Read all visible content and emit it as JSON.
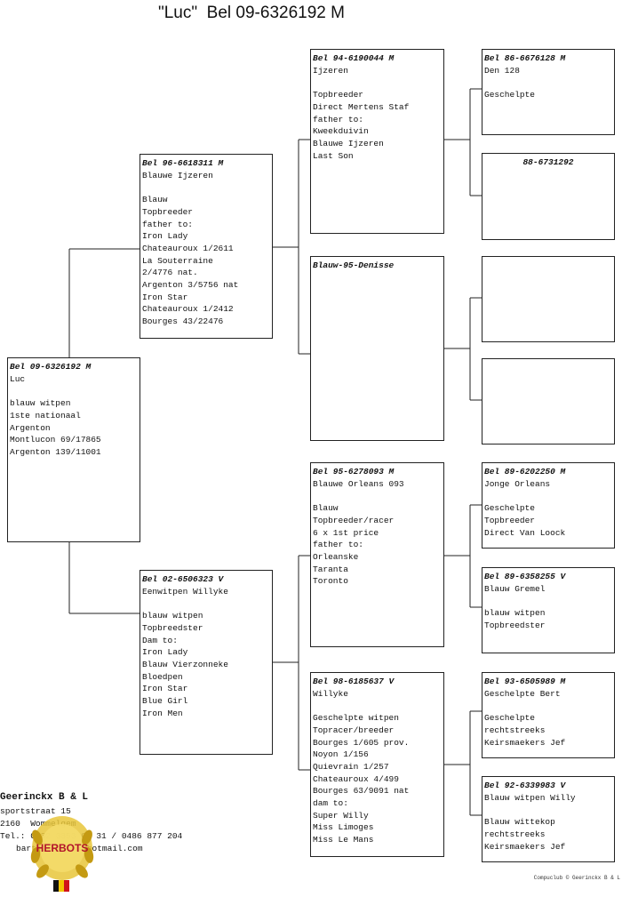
{
  "title": "\"Luc\"  Bel 09-6326192 M",
  "subject": {
    "header": "Bel 09-6326192 M",
    "lines": [
      "Luc",
      "",
      "blauw witpen",
      "1ste nationaal",
      "Argenton",
      "Montlucon 69/17865",
      "Argenton 139/11001"
    ]
  },
  "father": {
    "header": "Bel 96-6618311 M",
    "lines": [
      "Blauwe Ijzeren",
      "",
      "Blauw",
      "Topbreeder",
      "father to:",
      "Iron Lady",
      "Chateauroux 1/2611",
      "La Souterraine",
      "2/4776 nat.",
      "Argenton 3/5756 nat",
      "Iron Star",
      "Chateauroux 1/2412",
      "Bourges 43/22476"
    ]
  },
  "mother": {
    "header": "Bel 02-6506323 V",
    "lines": [
      "Eenwitpen Willyke",
      "",
      "blauw witpen",
      "Topbreedster",
      "Dam to:",
      "Iron Lady",
      "Blauw Vierzonneke",
      "Bloedpen",
      "Iron Star",
      "Blue Girl",
      "Iron Men"
    ]
  },
  "ff": {
    "header": "Bel 94-6190044 M",
    "lines": [
      "Ijzeren",
      "",
      "Topbreeder",
      "Direct Mertens Staf",
      "father to:",
      "Kweekduivin",
      "Blauwe Ijzeren",
      "Last Son"
    ]
  },
  "fm": {
    "header": "Blauw-95-Denisse",
    "lines": []
  },
  "mf": {
    "header": "Bel 95-6278093 M",
    "lines": [
      "Blauwe Orleans 093",
      "",
      "Blauw",
      "Topbreeder/racer",
      "6 x 1st price",
      "father to:",
      "Orleanske",
      "Taranta",
      "Toronto"
    ]
  },
  "mm": {
    "header": "Bel 98-6185637 V",
    "lines": [
      "Willyke",
      "",
      "Geschelpte witpen",
      "Topracer/breeder",
      "Bourges 1/605 prov.",
      "Noyon 1/156",
      "Quievrain 1/257",
      "Chateauroux 4/499",
      "Bourges 63/9091 nat",
      "dam to:",
      "Super Willy",
      "Miss Limoges",
      "Miss Le Mans"
    ]
  },
  "fff": {
    "header": "Bel 86-6676128 M",
    "lines": [
      "Den 128",
      "",
      "Geschelpte"
    ]
  },
  "ffm": {
    "header": "88-6731292",
    "lines": []
  },
  "fmf": {
    "header": "",
    "lines": []
  },
  "fmm": {
    "header": "",
    "lines": []
  },
  "mff": {
    "header": "Bel 89-6202250 M",
    "lines": [
      "Jonge Orleans",
      "",
      "Geschelpte",
      "Topbreeder",
      "Direct Van Loock"
    ]
  },
  "mfm": {
    "header": "Bel 89-6358255 V",
    "lines": [
      "Blauw Gremel",
      "",
      "blauw witpen",
      "Topbreedster"
    ]
  },
  "mmf": {
    "header": "Bel 93-6505989 M",
    "lines": [
      "Geschelpte Bert",
      "",
      "Geschelpte",
      "rechtstreeks",
      "Keirsmaekers Jef"
    ]
  },
  "mmm": {
    "header": "Bel 92-6339983 V",
    "lines": [
      "Blauw witpen Willy",
      "",
      "Blauw wittekop",
      "rechtstreeks",
      "Keirsmaekers Jef"
    ]
  },
  "breeder": {
    "name": "Geerinckx B & L",
    "lines": [
      "sportstraat 15",
      "2160  Wommelgem",
      "Tel.: 0032 3353 05 31 / 0486 877 204",
      "bartgeerinckx@hotmail.com"
    ]
  },
  "logo_text": "HERBOTS",
  "footer": "Compuclub © Geerinckx B & L"
}
